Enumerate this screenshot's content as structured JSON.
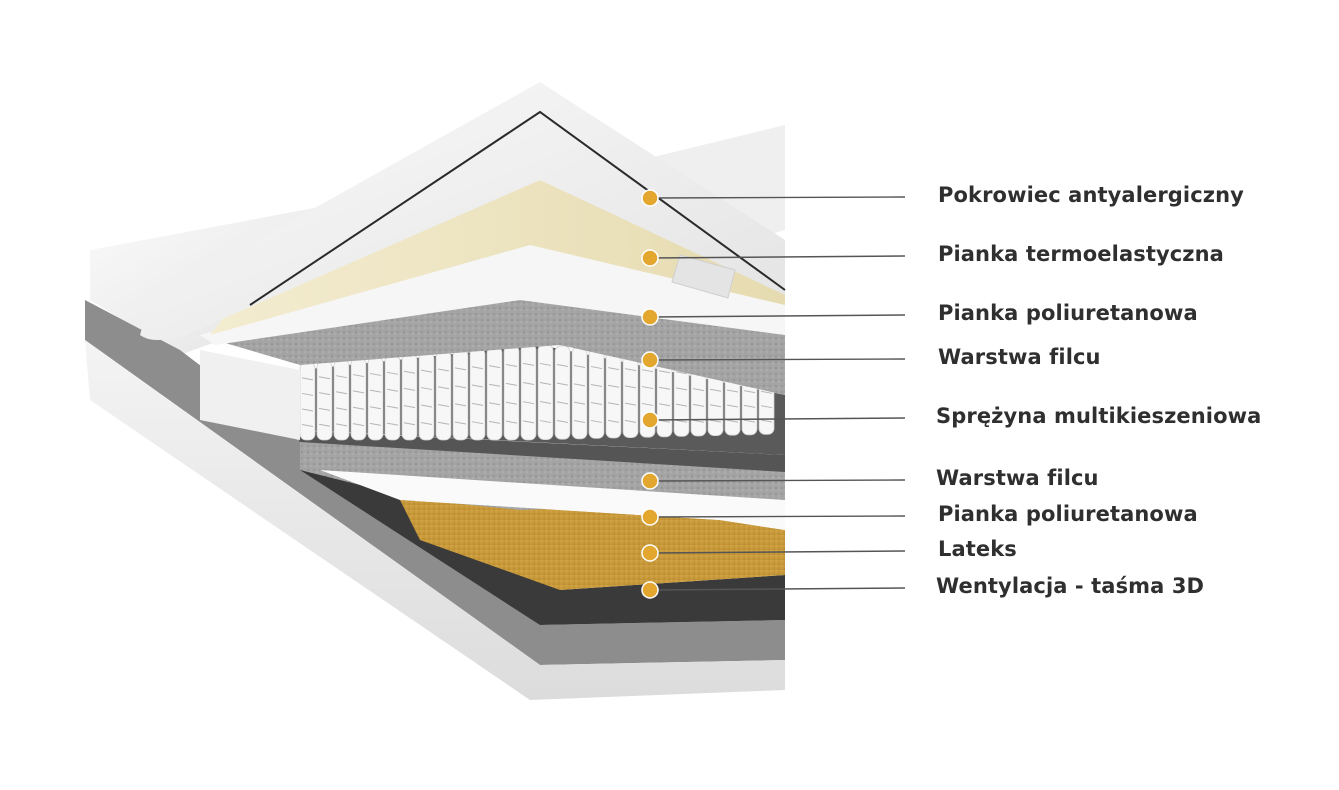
{
  "colors": {
    "marker": "#e3a72f",
    "leader_line": "#555555",
    "label_text": "#2f2f2f",
    "cover": "#f1f1f1",
    "memory_foam": "#efe6c3",
    "felt": "#9a9a9a",
    "latex": "#c89a3c",
    "border_band": "#8c8c8c"
  },
  "layers": [
    {
      "id": "cover",
      "label": "Pokrowiec antyalergiczny",
      "icon": "marker-dot-icon"
    },
    {
      "id": "memory-foam",
      "label": "Pianka termoelastyczna",
      "icon": "marker-dot-icon"
    },
    {
      "id": "pu-foam-top",
      "label": "Pianka poliuretanowa",
      "icon": "marker-dot-icon"
    },
    {
      "id": "felt-top",
      "label": "Warstwa filcu",
      "icon": "marker-dot-icon"
    },
    {
      "id": "pocket-springs",
      "label": "Sprężyna multikieszeniowa",
      "icon": "marker-dot-icon"
    },
    {
      "id": "felt-bottom",
      "label": "Warstwa filcu",
      "icon": "marker-dot-icon"
    },
    {
      "id": "pu-foam-bottom",
      "label": "Pianka poliuretanowa",
      "icon": "marker-dot-icon"
    },
    {
      "id": "latex",
      "label": "Lateks",
      "icon": "marker-dot-icon"
    },
    {
      "id": "ventilation",
      "label": "Wentylacja - taśma 3D",
      "icon": "marker-dot-icon"
    }
  ]
}
